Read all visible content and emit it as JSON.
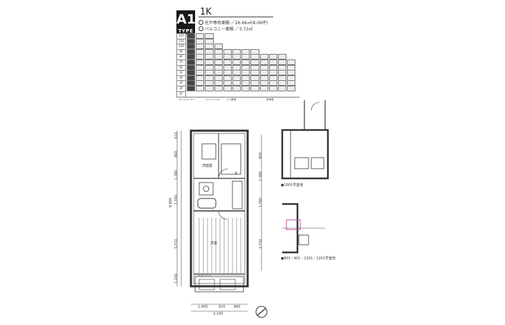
{
  "header": {
    "type_code": "A1",
    "type_word": "TYPE",
    "plan_name": "1K",
    "specs": [
      "住戸専有面積 ／26.66㎡(8.06坪)",
      "バルコニー面積 ／3.72㎡"
    ]
  },
  "floor_table": {
    "floors": [
      "12F",
      "11F",
      "10F",
      "9F",
      "8F",
      "7F",
      "6F",
      "5F",
      "4F",
      "3F",
      "2F",
      "1F"
    ],
    "units_per_floor": [
      3,
      3,
      4,
      8,
      11,
      12,
      12,
      12,
      12,
      12,
      12,
      0
    ],
    "highlight_column": 0,
    "footer": [
      "メールコーナー",
      "エントランス",
      "ゴミ置場",
      "駐車場"
    ]
  },
  "main_plan": {
    "dims_left": [
      "610",
      "800",
      "1,380",
      "1,780",
      "3,710",
      "1,200"
    ],
    "total_left": "9,800",
    "dims_right": [
      "800",
      "1,380",
      "1,780",
      "3,710"
    ],
    "dims_bottom": [
      "1,460",
      "820",
      "880"
    ],
    "total_bottom": "3,100",
    "room_labels": [
      "洋室",
      "K",
      "洗面室",
      "バルコニー"
    ],
    "balcony_note": "バルコニー"
  },
  "insets": {
    "top_caption": "●1001号室他",
    "bottom_caption": "●801・901・1101・1201号室他"
  }
}
